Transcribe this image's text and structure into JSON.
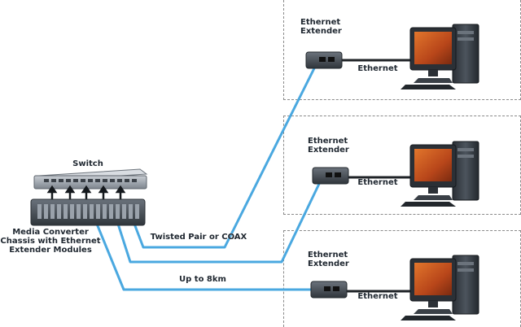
{
  "colors": {
    "cable": "#4aa8e0",
    "device": "#4a5159",
    "monitor_screen": "#c2501a",
    "site_border": "#8a8a8a",
    "ethernet_cable": "#1e2226"
  },
  "switch": {
    "label": "Switch"
  },
  "chassis": {
    "label_lines": [
      "Media Converter",
      "Chassis with Ethernet",
      "Extender Modules"
    ]
  },
  "links": {
    "twisted_pair_label": "Twisted Pair or COAX",
    "distance_label": "Up to 8km"
  },
  "sites": [
    {
      "extender_label_lines": [
        "Ethernet",
        "Extender"
      ],
      "ethernet_label": "Ethernet"
    },
    {
      "extender_label_lines": [
        "Ethernet",
        "Extender"
      ],
      "ethernet_label": "Ethernet"
    },
    {
      "extender_label_lines": [
        "Ethernet",
        "Extender"
      ],
      "ethernet_label": "Ethernet"
    }
  ],
  "icons": [
    "switch-icon",
    "chassis-icon",
    "extender-icon",
    "computer-icon"
  ]
}
